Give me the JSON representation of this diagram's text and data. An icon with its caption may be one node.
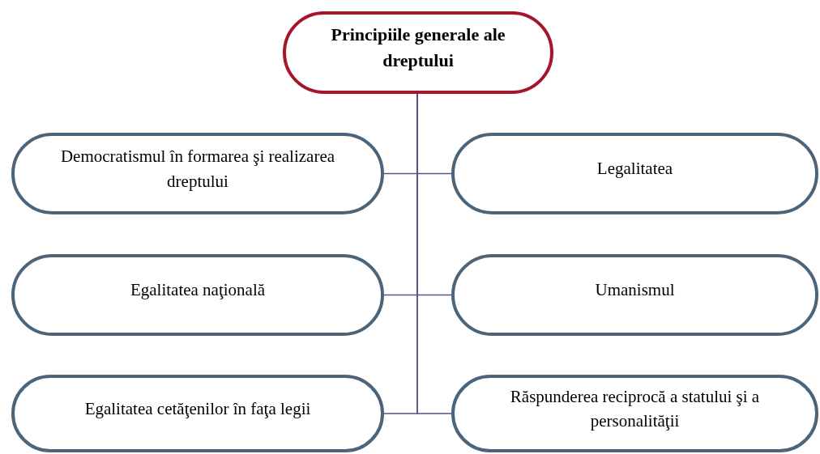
{
  "diagram": {
    "nodes": [
      {
        "text": [
          "Principiile generale ale dreptului"
        ]
      },
      {
        "text": [
          "Democratismul în formarea şi realizarea dreptului"
        ]
      },
      {
        "text": [
          "Legalitatea"
        ]
      },
      {
        "text": [
          "Egalitatea naţională"
        ]
      },
      {
        "text": [
          "Umanismul"
        ]
      },
      {
        "text": [
          "Egalitatea cetăţenilor în faţa legii"
        ]
      },
      {
        "text": [
          "Răspunderea reciprocă a statului şi a personalităţii"
        ]
      }
    ],
    "edges": [
      {
        "from": 0,
        "to": 1,
        "arrow": "none"
      },
      {
        "from": 0,
        "to": 2,
        "arrow": "none"
      },
      {
        "from": 0,
        "to": 3,
        "arrow": "none"
      },
      {
        "from": 0,
        "to": 4,
        "arrow": "none"
      },
      {
        "from": 0,
        "to": 5,
        "arrow": "none"
      },
      {
        "from": 0,
        "to": 6,
        "arrow": "none"
      }
    ]
  }
}
